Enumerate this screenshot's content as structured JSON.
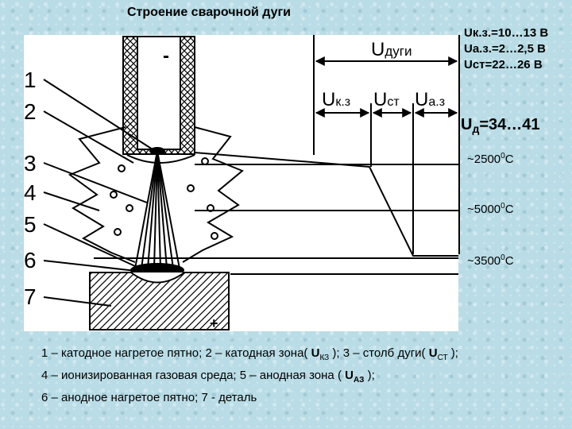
{
  "title": "Строение сварочной дуги",
  "voltages": {
    "uk": "Uк.з.=10…13 В",
    "ua": "Uа.з.=2…2,5 В",
    "ust": "Uст=22…26 В"
  },
  "diagram": {
    "electrode_sign": "-",
    "workpiece_sign": "+",
    "u_arc": {
      "main": "U",
      "sub": "дуги"
    },
    "u_cathode": {
      "main": "U",
      "sub": "к.з"
    },
    "u_column": {
      "main": "U",
      "sub": "ст"
    },
    "u_anode": {
      "main": "U",
      "sub": "а.з"
    },
    "u_total": {
      "main": "U",
      "sub": "д",
      "value": "=34…41"
    },
    "numbers": [
      "1",
      "2",
      "3",
      "4",
      "5",
      "6",
      "7"
    ],
    "temps": {
      "t1": {
        "value": "~2500",
        "sup": "0",
        "unit": "С"
      },
      "t2": {
        "value": "~5000",
        "sup": "0",
        "unit": "С"
      },
      "t3": {
        "value": "~3500",
        "sup": "0",
        "unit": "С"
      }
    }
  },
  "caption": {
    "line1": {
      "pre": "1 – катодное нагретое пятно; 2 – катодная зона( ",
      "u1": "U",
      "s1": "КЗ",
      "mid": " ); 3 – столб дуги( ",
      "u2": "U",
      "s2": "СТ",
      "post": " );"
    },
    "line2": {
      "pre": "4 – ионизированная газовая среда; 5 – анодная зона ( ",
      "u": "U",
      "s": "АЗ",
      "post": " );"
    },
    "line3": "6 – анодное нагретое пятно; 7 - деталь"
  }
}
